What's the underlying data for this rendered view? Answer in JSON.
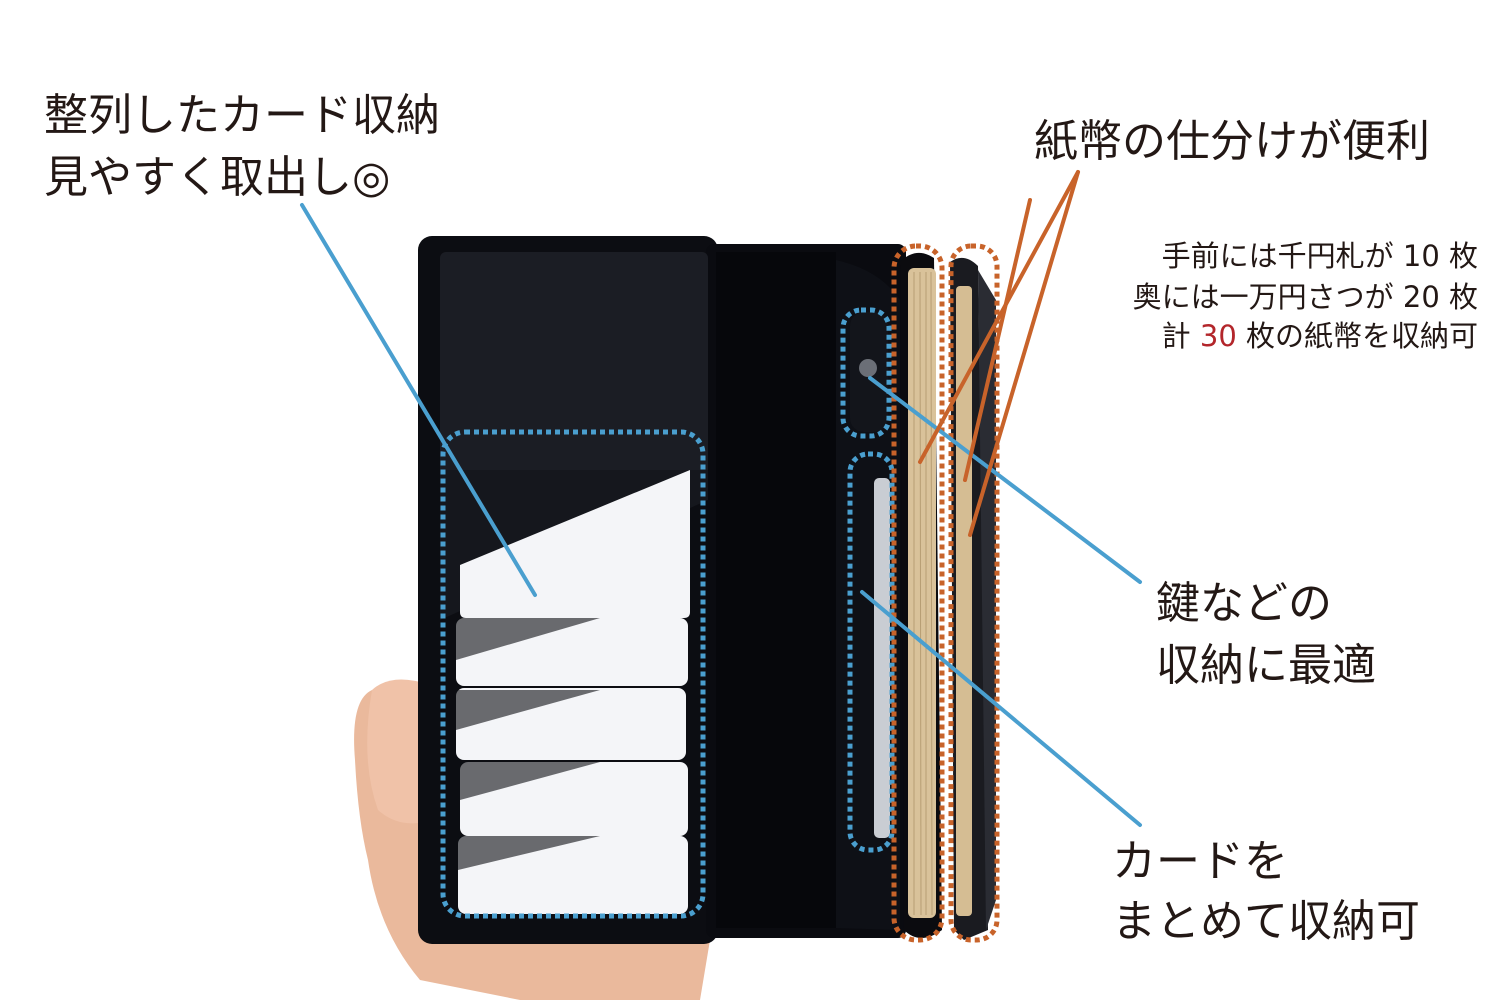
{
  "annotations": {
    "card_slots": {
      "line1": "整列したカード収納",
      "line2": "見やすく取出し◎"
    },
    "bill_compartments": {
      "title": "紙幣の仕分けが便利",
      "detail_line1": "手前には千円札が 10 枚",
      "detail_line2": "奥には一万円さつが 20 枚",
      "detail_line3_prefix": "計 ",
      "detail_line3_number": "30",
      "detail_line3_suffix": " 枚の紙幣を収納可"
    },
    "key_pocket": {
      "line1": "鍵などの",
      "line2": "収納に最適"
    },
    "card_pocket": {
      "line1": "カードを",
      "line2": "まとめて収納可"
    }
  },
  "colors": {
    "blue_callout": "#4a9fcf",
    "orange_callout": "#c8632a",
    "highlight_number": "#b3262b",
    "wallet_leather": "#0d0f14",
    "card_white": "#f4f5f8",
    "bills": "#d9c29a",
    "skin": "#e9b79b"
  },
  "photo": {
    "subject": "black leather long wallet held open in hand",
    "card_slots_count": 5,
    "bill_compartments_count": 2
  }
}
